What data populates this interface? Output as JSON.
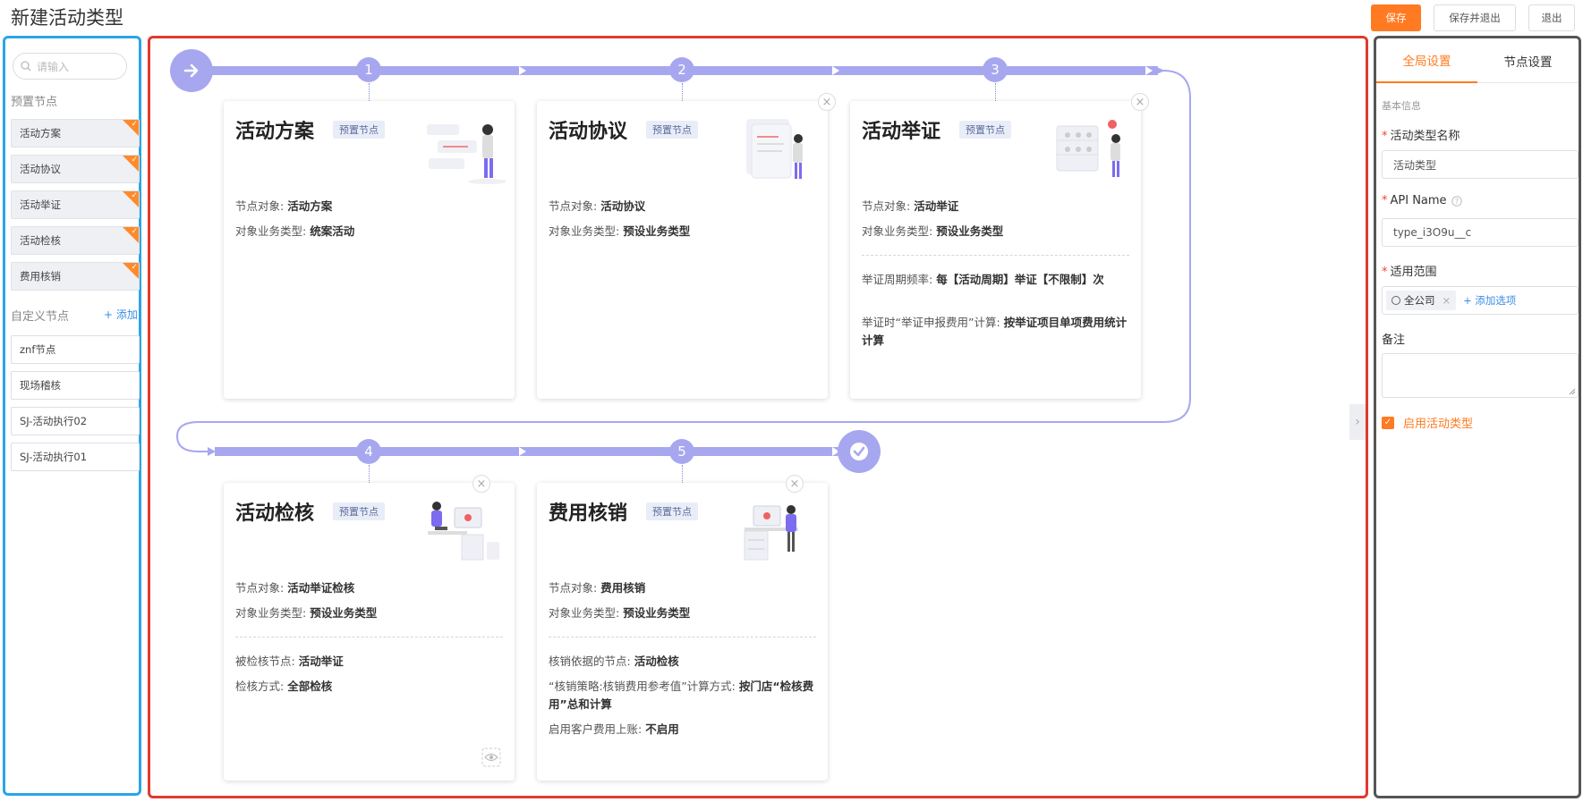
{
  "header": {
    "title": "新建活动类型",
    "buttons": {
      "save": "保存",
      "save_exit": "保存并退出",
      "exit": "退出"
    }
  },
  "left": {
    "search_placeholder": "请输入",
    "preset_title": "预置节点",
    "preset_items": [
      "活动方案",
      "活动协议",
      "活动举证",
      "活动检核",
      "费用核销"
    ],
    "custom_title": "自定义节点",
    "add_label": "+ 添加",
    "custom_items": [
      "znf节点",
      "现场稽核",
      "SJ-活动执行02",
      "SJ-活动执行01"
    ]
  },
  "flow": {
    "step_numbers": [
      "1",
      "2",
      "3",
      "4",
      "5"
    ],
    "cards": [
      {
        "title": "活动方案",
        "tag": "预置节点",
        "object_label": "节点对象: ",
        "object_value": "活动方案",
        "type_label": "对象业务类型: ",
        "type_value": "统案活动"
      },
      {
        "title": "活动协议",
        "tag": "预置节点",
        "object_label": "节点对象: ",
        "object_value": "活动协议",
        "type_label": "对象业务类型: ",
        "type_value": "预设业务类型"
      },
      {
        "title": "活动举证",
        "tag": "预置节点",
        "object_label": "节点对象: ",
        "object_value": "活动举证",
        "type_label": "对象业务类型: ",
        "type_value": "预设业务类型",
        "extra": [
          {
            "label": "举证周期频率: ",
            "value": "每【活动周期】举证【不限制】次"
          },
          {
            "label": "举证时“举证申报费用”计算: ",
            "value": "按举证项目单项费用统计计算"
          }
        ]
      },
      {
        "title": "活动检核",
        "tag": "预置节点",
        "object_label": "节点对象: ",
        "object_value": "活动举证检核",
        "type_label": "对象业务类型: ",
        "type_value": "预设业务类型",
        "extra": [
          {
            "label": "被检核节点: ",
            "value": "活动举证"
          },
          {
            "label": "检核方式: ",
            "value": "全部检核"
          }
        ]
      },
      {
        "title": "费用核销",
        "tag": "预置节点",
        "object_label": "节点对象: ",
        "object_value": "费用核销",
        "type_label": "对象业务类型: ",
        "type_value": "预设业务类型",
        "extra": [
          {
            "label": "核销依据的节点: ",
            "value": "活动检核"
          },
          {
            "label": "“核销策略:核销费用参考值”计算方式: ",
            "value": "按门店“检核费用”总和计算"
          },
          {
            "label": "启用客户费用上账: ",
            "value": "不启用"
          }
        ]
      }
    ]
  },
  "right": {
    "tabs": [
      "全局设置",
      "节点设置"
    ],
    "section": "基本信息",
    "name_label": "活动类型名称",
    "name_value": "活动类型",
    "api_label": "API Name",
    "api_value": "type_i3O9u__c",
    "scope_label": "适用范围",
    "scope_chip": "全公司",
    "add_option": "+ 添加选项",
    "remark_label": "备注",
    "enable_label": "启用活动类型"
  },
  "colors": {
    "accent": "#ff7a21",
    "flow": "#a7a7f0",
    "link": "#3a8ee6"
  }
}
